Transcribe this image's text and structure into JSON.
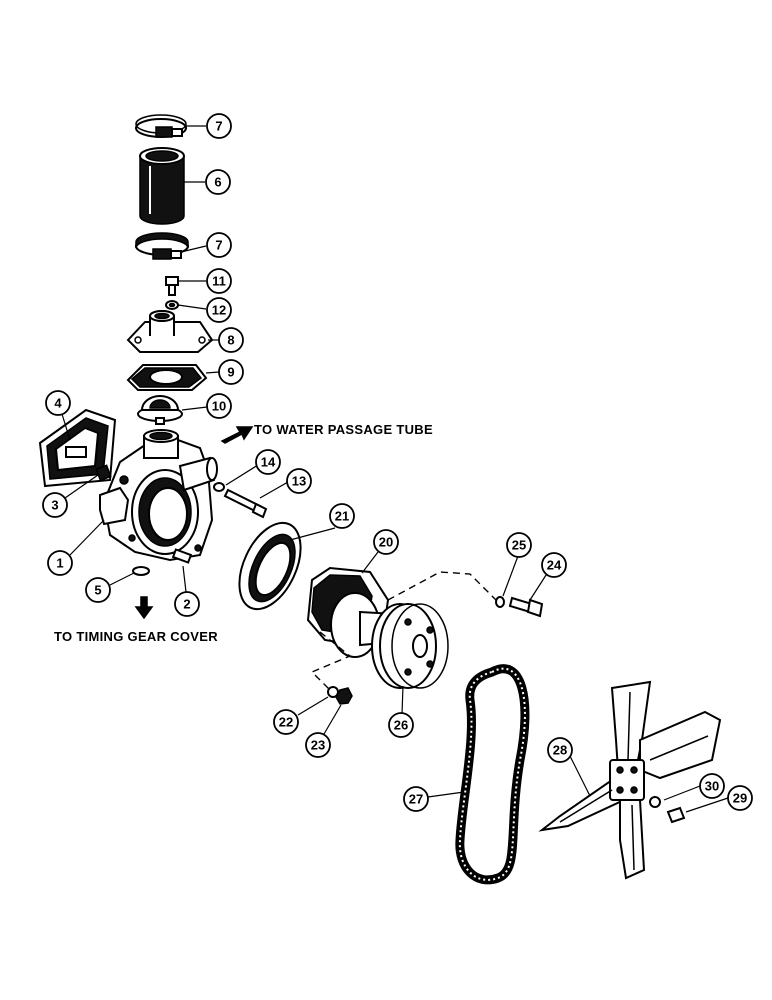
{
  "notes": {
    "water_passage": "TO WATER PASSAGE TUBE",
    "timing_gear": "TO TIMING GEAR COVER"
  },
  "callouts": [
    "7",
    "6",
    "7",
    "11",
    "12",
    "8",
    "9",
    "10",
    "4",
    "14",
    "13",
    "3",
    "1",
    "5",
    "2",
    "21",
    "20",
    "25",
    "24",
    "22",
    "23",
    "26",
    "28",
    "27",
    "30",
    "29"
  ]
}
